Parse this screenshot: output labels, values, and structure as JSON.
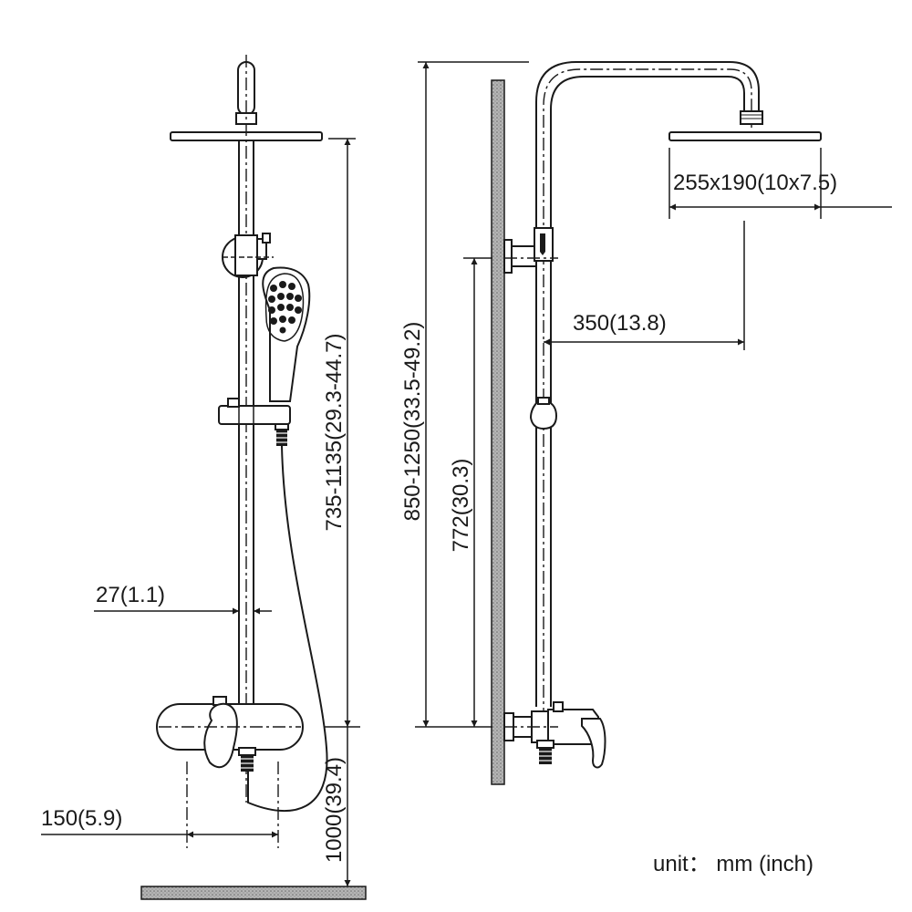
{
  "dimensions": {
    "bar_width": "27(1.1)",
    "column_height": "735-1135(29.3-44.7)",
    "valve_width": "150(5.9)",
    "valve_height": "1000(39.4)",
    "total_height": "850-1250(33.5-49.2)",
    "slide_height": "772(30.3)",
    "head_size": "255x190(10x7.5)",
    "arm_reach": "350(13.8)"
  },
  "unit_note": "unit： mm (inch)",
  "colors": {
    "line": "#1a1a1a",
    "background": "#ffffff",
    "wall": "#9a9a9a"
  }
}
